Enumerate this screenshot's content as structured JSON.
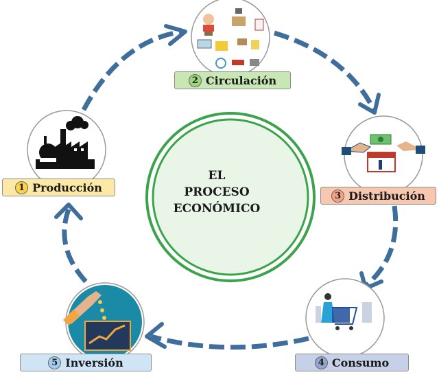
{
  "center": {
    "line1": "EL",
    "line2": "PROCESO",
    "line3": "ECONÓMICO"
  },
  "steps": [
    {
      "number": "1",
      "label": "Producción",
      "icon": "factory-icon"
    },
    {
      "number": "2",
      "label": "Circulación",
      "icon": "logistics-collage-icon"
    },
    {
      "number": "3",
      "label": "Distribución",
      "icon": "money-handover-calendar-icon"
    },
    {
      "number": "4",
      "label": "Consumo",
      "icon": "shopping-cart-icon"
    },
    {
      "number": "5",
      "label": "Inversión",
      "icon": "investment-growth-icon"
    }
  ],
  "colors": {
    "arrow": "#3f6e9c",
    "center_ring": "#3ca34c",
    "center_fill": "#e9f6e7"
  }
}
